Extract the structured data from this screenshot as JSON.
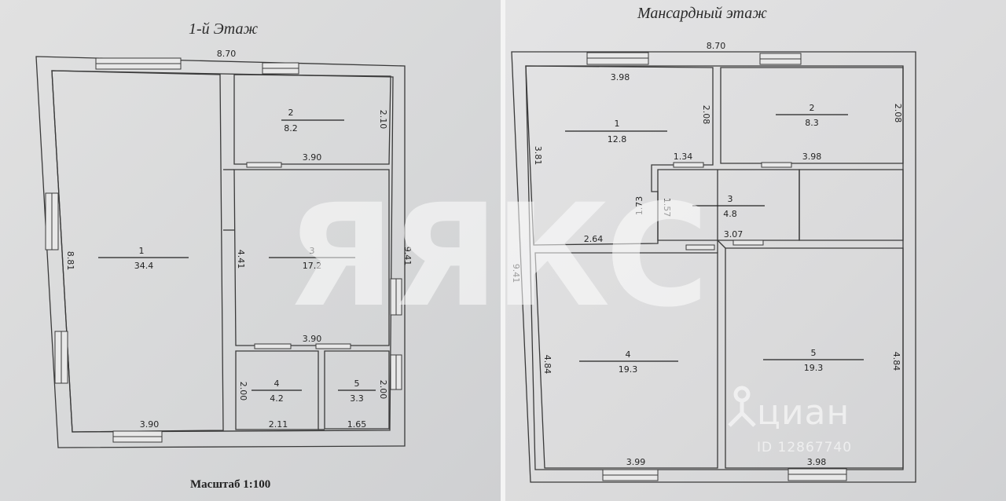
{
  "watermark": {
    "text": "ЯЯКС"
  },
  "floor1": {
    "title": "1-й Этаж",
    "scale": "Масштаб 1:100",
    "dims": {
      "top_width": "8.70",
      "left_height": "8.81",
      "right_height": "9.41",
      "room1_bottom": "3.90",
      "room2_height": "2.10",
      "room2_bottom": "3.90",
      "room3_height": "4.41",
      "room3_bottom": "3.90",
      "room4_height": "2.00",
      "room4_bottom": "2.11",
      "room5_height": "2.00",
      "room5_bottom": "1.65"
    },
    "rooms": [
      {
        "number": "1",
        "area": "34.4"
      },
      {
        "number": "2",
        "area": "8.2"
      },
      {
        "number": "3",
        "area": "17.2"
      },
      {
        "number": "4",
        "area": "4.2"
      },
      {
        "number": "5",
        "area": "3.3"
      }
    ]
  },
  "attic": {
    "title": "Мансардный этаж",
    "dims": {
      "top_width": "8.70",
      "left_height": "9.41",
      "room1_top": "3.98",
      "room1_right": "2.08",
      "room1_left": "3.81",
      "room1_bottom": "2.64",
      "room1_step": "1.34",
      "room1_step_h": "1.73",
      "room2_right": "2.08",
      "room2_bottom": "3.98",
      "room3_height": "1.57",
      "room3_bottom": "3.07",
      "room4_height": "4.84",
      "room4_bottom": "3.99",
      "room5_height": "4.84",
      "room5_bottom": "3.98"
    },
    "rooms": [
      {
        "number": "1",
        "area": "12.8"
      },
      {
        "number": "2",
        "area": "8.3"
      },
      {
        "number": "3",
        "area": "4.8"
      },
      {
        "number": "4",
        "area": "19.3"
      },
      {
        "number": "5",
        "area": "19.3"
      }
    ],
    "cian": {
      "brand": "циан",
      "id": "ID 12867740"
    }
  }
}
